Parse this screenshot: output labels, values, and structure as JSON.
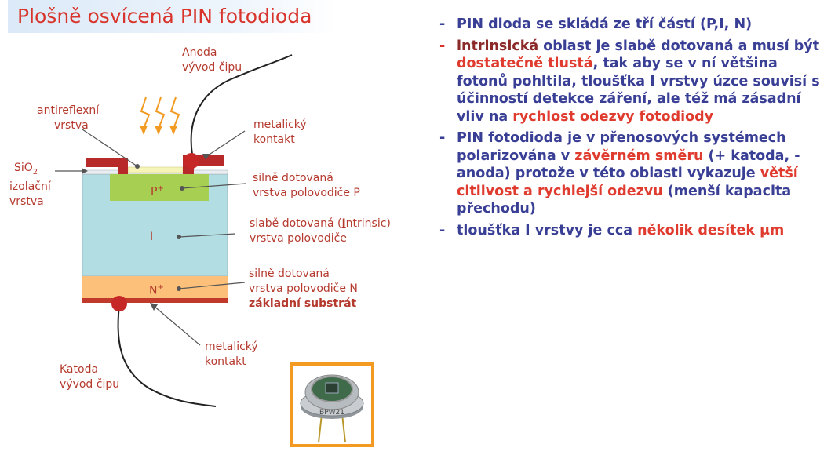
{
  "title": "Plošně osvícená PIN fotodioda",
  "labels": {
    "anoda": "Anoda",
    "anoda_vyvod": "vývod čipu",
    "antireflexni": "antireflexní",
    "antireflexni_vrstva": "vrstva",
    "metalicky_top": "metalický",
    "kontakt_top": "kontakt",
    "sio2": "SiO",
    "sio2_sub": "2",
    "izolacni": "izolační",
    "izolacni_vrstva": "vrstva",
    "p_region": "P",
    "p_sup": "+",
    "silne_p_1": "silně dotovaná",
    "silne_p_2": "vrstva polovodiče P",
    "i_region": "I",
    "slabe_1_pre": "slabě dotovaná (",
    "slabe_1_u": "I",
    "slabe_1_post": "ntrinsic)",
    "slabe_2": "vrstva polovodiče",
    "n_region": "N",
    "n_sup": "+",
    "silne_n_1": "silně dotovaná",
    "silne_n_2": "vrstva polovodiče N",
    "substrat": "základní substrát",
    "metalicky_bottom": "metalický",
    "kontakt_bottom": "kontakt",
    "katoda": "Katoda",
    "katoda_vyvod": "vývod čipu",
    "photo_marking": "BPW21"
  },
  "bullets": {
    "b1": "PIN dioda se skládá ze tří částí (P,I, N)",
    "b2_a": "intrinsická",
    "b2_b": " oblast je slabě dotovaná a musí být ",
    "b2_c": "dostatečně tlustá",
    "b2_d": ", tak aby se v ní většina fotonů pohltila, tloušťka I vrstvy úzce souvisí s účinností detekce záření, ale též má zásadní vliv na ",
    "b2_e": "rychlost odezvy fotodiody",
    "b3_a": "PIN fotodioda je v přenosových systémech polarizována v ",
    "b3_b": "závěrném směru",
    "b3_c": " (+ katoda, - anoda) protože v této oblasti vykazuje ",
    "b3_d": "větší citlivost a rychlejší odezvu",
    "b3_e": " (menší kapacita přechodu)",
    "b4_a": "tloušťka I vrstvy je cca ",
    "b4_b": "několik desítek μm"
  },
  "colors": {
    "title": "#d8342b",
    "label": "#b53a2e",
    "bullet_text": "#3a3f96",
    "highlight": "#e03b2f",
    "intrinsic": "#b2dde3",
    "p_region": "#a7cf52",
    "n_region": "#fcc07a",
    "contact": "#b82a2a",
    "photon": "#f29a22",
    "photo_frame": "#f29a22"
  }
}
